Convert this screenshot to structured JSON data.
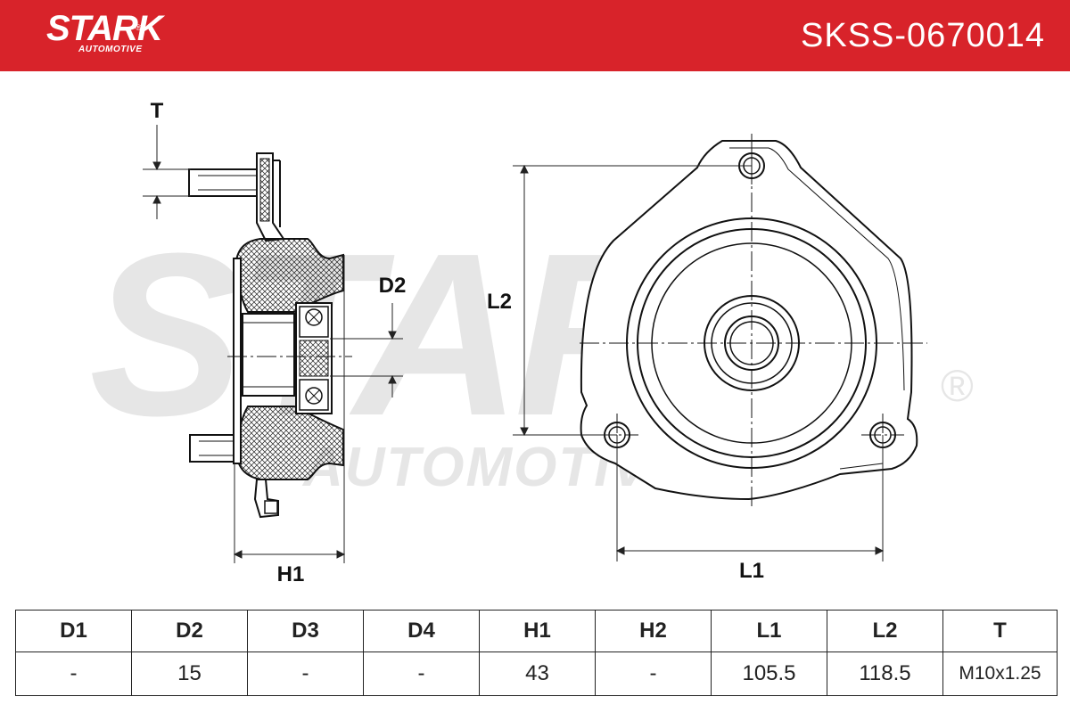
{
  "header": {
    "brand": "STARK",
    "brand_sub": "AUTOMOTIVE",
    "brand_reg": "®",
    "part_number": "SKSS-0670014",
    "color": "#d8232a"
  },
  "watermark": {
    "brand": "STARK",
    "sub": "AUTOMOTIVE",
    "reg": "®"
  },
  "drawing": {
    "labels": {
      "T": "T",
      "D2": "D2",
      "H1": "H1",
      "L1": "L1",
      "L2": "L2"
    }
  },
  "specs": {
    "headers": [
      "D1",
      "D2",
      "D3",
      "D4",
      "H1",
      "H2",
      "L1",
      "L2",
      "T"
    ],
    "values": [
      "-",
      "15",
      "-",
      "-",
      "43",
      "-",
      "105.5",
      "118.5",
      "M10x1.25"
    ]
  }
}
